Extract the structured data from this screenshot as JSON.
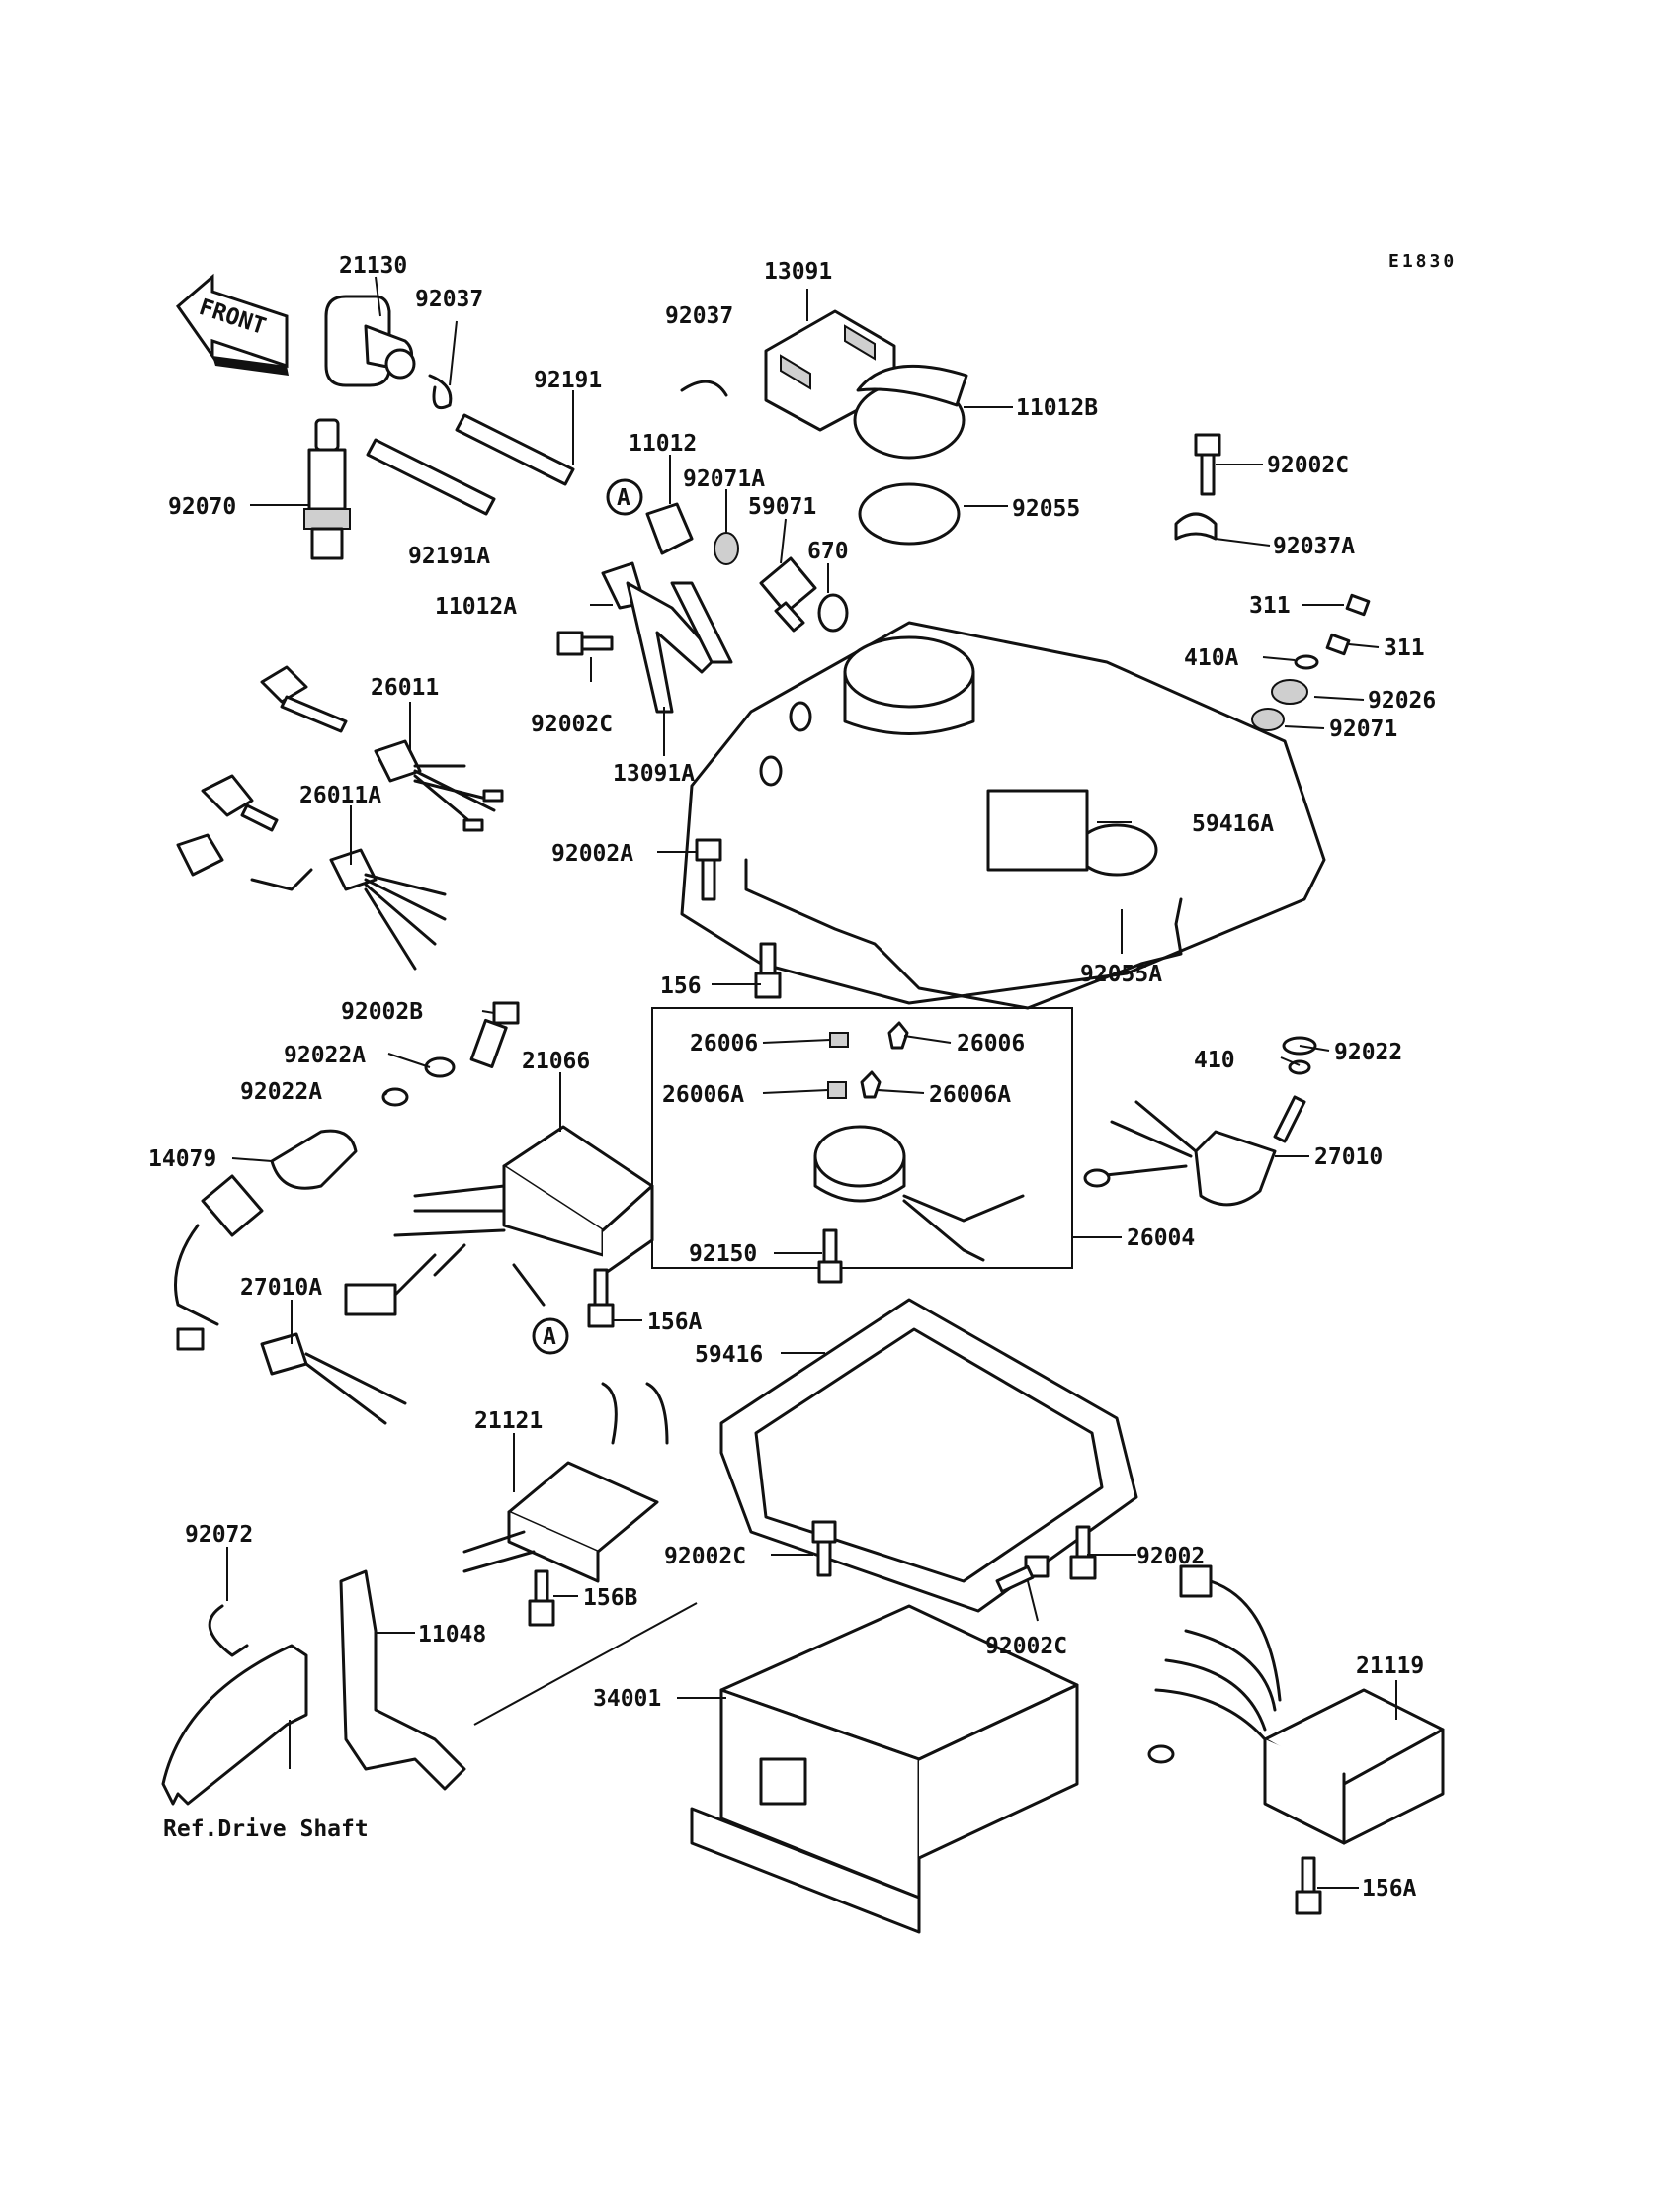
{
  "diagram_code": "E1830",
  "front_label": "FRONT",
  "ref_note": "Ref.Drive Shaft",
  "circle_marker": "A",
  "parts": {
    "p21130": "21130",
    "p92037a": "92037",
    "p92037b": "92037",
    "p13091": "13091",
    "p11012B": "11012B",
    "p92191": "92191",
    "p11012": "11012",
    "p92071A": "92071A",
    "p59071": "59071",
    "p92070": "92070",
    "p92191A": "92191A",
    "p670": "670",
    "p92055": "92055",
    "p92002C_top": "92002C",
    "p92037A": "92037A",
    "p11012A": "11012A",
    "p311a": "311",
    "p311b": "311",
    "p410A": "410A",
    "p92026": "92026",
    "p92071": "92071",
    "p26011": "26011",
    "p92002C_mid": "92002C",
    "p13091A": "13091A",
    "p26011A": "26011A",
    "p92002A": "92002A",
    "p59416A": "59416A",
    "p156": "156",
    "p92055A": "92055A",
    "p92002B": "92002B",
    "p92022A_a": "92022A",
    "p92022A_b": "92022A",
    "p21066": "21066",
    "p26006_l": "26006",
    "p26006_r": "26006",
    "p26006A_l": "26006A",
    "p26006A_r": "26006A",
    "p410": "410",
    "p92022": "92022",
    "p14079": "14079",
    "p27010": "27010",
    "p26004": "26004",
    "p92150": "92150",
    "p27010A": "27010A",
    "p156A_mid": "156A",
    "p59416": "59416",
    "p21121": "21121",
    "p92072": "92072",
    "p92002C_low1": "92002C",
    "p92002": "92002",
    "p156B": "156B",
    "p11048": "11048",
    "p92002C_low2": "92002C",
    "p21119": "21119",
    "p34001": "34001",
    "p156A_low": "156A"
  }
}
